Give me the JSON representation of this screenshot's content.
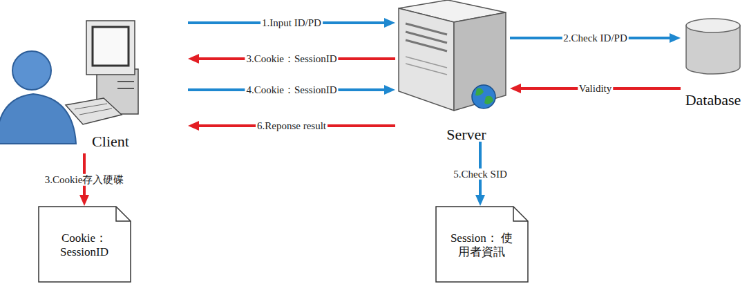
{
  "diagram": {
    "nodes": [
      {
        "text": [
          "Client"
        ]
      },
      {
        "text": [
          "Server"
        ]
      },
      {
        "text": [
          "Database"
        ]
      },
      {
        "text": [
          "Cookie： SessionID"
        ]
      },
      {
        "text": [
          "Session： 使用者資訊"
        ]
      }
    ],
    "edges": [
      {
        "from": 0,
        "to": 1,
        "arrow": "to",
        "label": "1.Input ID/PD"
      },
      {
        "from": 1,
        "to": 2,
        "arrow": "to",
        "label": "2.Check ID/PD"
      },
      {
        "from": 2,
        "to": 1,
        "arrow": "to",
        "label": "Validity"
      },
      {
        "from": 1,
        "to": 0,
        "arrow": "to",
        "label": "3.Cookie：SessionID"
      },
      {
        "from": 0,
        "to": 1,
        "arrow": "to",
        "label": "4.Cookie：SessionID"
      },
      {
        "from": 1,
        "to": 4,
        "arrow": "to",
        "label": "5.Check SID"
      },
      {
        "from": 1,
        "to": 0,
        "arrow": "to",
        "label": "6.Reponse result"
      },
      {
        "from": 0,
        "to": 3,
        "arrow": "to",
        "label": "3.Cookie存入硬碟"
      }
    ]
  }
}
